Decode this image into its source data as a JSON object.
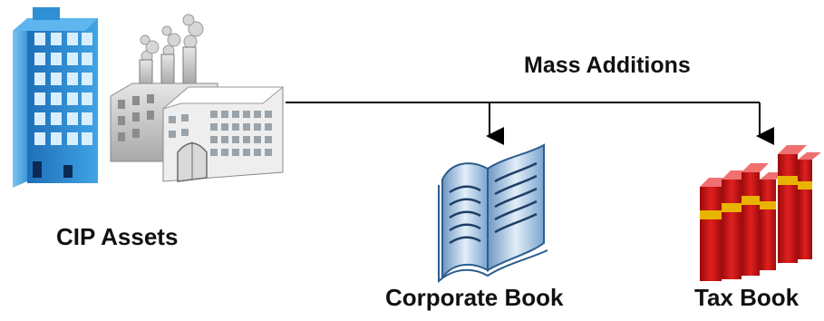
{
  "labels": {
    "mass_additions": "Mass Additions",
    "cip_assets": "CIP Assets",
    "corporate_book": "Corporate Book",
    "tax_book": "Tax Book"
  },
  "icons": {
    "source": "buildings-icon",
    "corporate": "open-book-icon",
    "tax": "books-stack-icon"
  },
  "colors": {
    "building_blue": "#3399dd",
    "factory_gray": "#c8c8c8",
    "book_blue": "#8fb5d8",
    "tax_red": "#c81414",
    "tax_gold": "#e8b400"
  }
}
